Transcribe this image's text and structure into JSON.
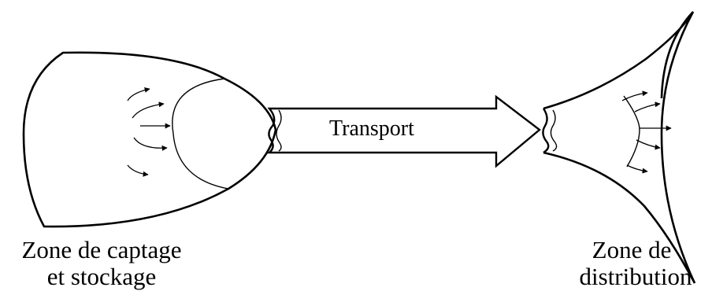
{
  "diagram": {
    "transport_label": "Transport",
    "left_zone": {
      "line1": "Zone de captage",
      "line2": "et stockage"
    },
    "right_zone": {
      "line1": "Zone de",
      "line2": "distribution"
    },
    "colors": {
      "ink": "#000000",
      "background": "#ffffff"
    }
  }
}
